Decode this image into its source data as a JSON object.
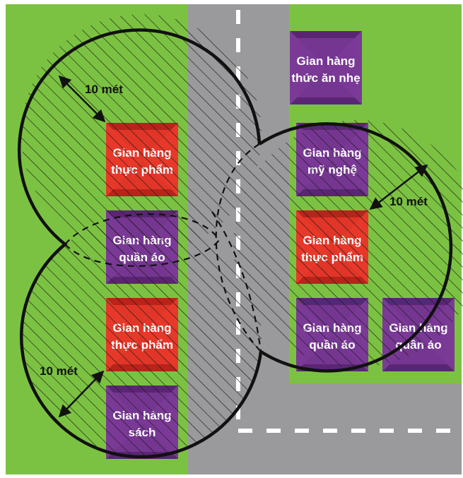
{
  "colors": {
    "grass": "#7cc242",
    "road": "#9a9a9c",
    "road_marking": "#ffffff",
    "food_stall": "#e8382a",
    "food_stall_dark": "#b8231a",
    "other_stall": "#7a3a96",
    "other_stall_dark": "#5a2674",
    "zone_outline": "#111111"
  },
  "stalls": [
    {
      "id": "snack",
      "kind": "other",
      "line1": "Gian hàng",
      "line2": "thức ăn nhẹ"
    },
    {
      "id": "food-left-top",
      "kind": "food",
      "line1": "Gian hàng",
      "line2": "thực phẩm"
    },
    {
      "id": "crafts",
      "kind": "other",
      "line1": "Gian hàng",
      "line2": "mỹ nghệ"
    },
    {
      "id": "clothes-left",
      "kind": "other",
      "line1": "Gian hàng",
      "line2": "quần áo"
    },
    {
      "id": "food-right",
      "kind": "food",
      "line1": "Gian hàng",
      "line2": "thực phẩm"
    },
    {
      "id": "food-left-bottom",
      "kind": "food",
      "line1": "Gian hàng",
      "line2": "thực phẩm"
    },
    {
      "id": "clothes-right-1",
      "kind": "other",
      "line1": "Gian hàng",
      "line2": "quần áo"
    },
    {
      "id": "clothes-right-2",
      "kind": "other",
      "line1": "Gian hàng",
      "line2": "quần áo"
    },
    {
      "id": "books",
      "kind": "other",
      "line1": "Gian hàng",
      "line2": "sách"
    }
  ],
  "distance_labels": {
    "top_left": "10 mét",
    "right": "10 mét",
    "bottom_left": "10 mét"
  }
}
